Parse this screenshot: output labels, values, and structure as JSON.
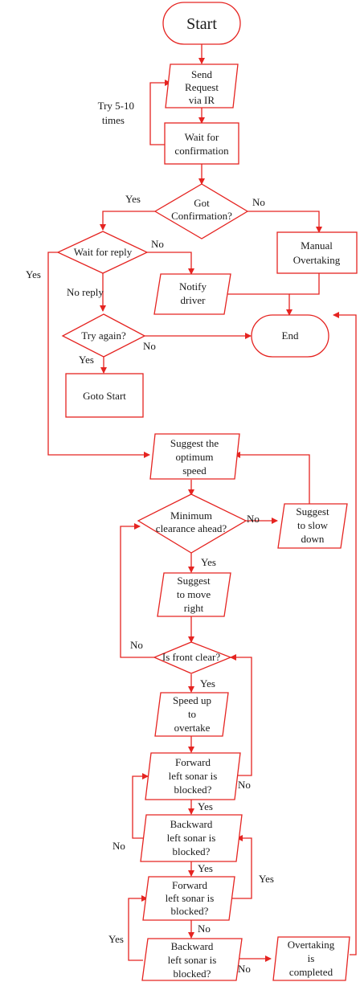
{
  "palette": {
    "line": "#e52421",
    "text": "#1a1a1a",
    "background": "#ffffff"
  },
  "nodes": {
    "start": "Start",
    "send": [
      "Send",
      "Request",
      "via IR"
    ],
    "wait_confirm": [
      "Wait for",
      "confirmation"
    ],
    "got_confirm": [
      "Got",
      "Confirmation?"
    ],
    "manual": [
      "Manual",
      "Overtaking"
    ],
    "wait_reply": "Wait for reply",
    "notify": [
      "Notify",
      "driver"
    ],
    "end": "End",
    "try_again": "Try again?",
    "goto_start": "Goto Start",
    "suggest_speed": [
      "Suggest the",
      "optimum",
      "speed"
    ],
    "min_clearance": [
      "Minimum",
      "clearance ahead?"
    ],
    "slow_down": [
      "Suggest",
      "to slow",
      "down"
    ],
    "move_right": [
      "Suggest",
      "to move",
      "right"
    ],
    "front_clear": "Is front clear?",
    "speed_up": [
      "Speed up",
      "to",
      "overtake"
    ],
    "fwd1": [
      "Forward",
      "left sonar is",
      "blocked?"
    ],
    "bwd1": [
      "Backward",
      "left sonar is",
      "blocked?"
    ],
    "fwd2": [
      "Forward",
      "left sonar is",
      "blocked?"
    ],
    "bwd2": [
      "Backward",
      "left sonar is",
      "blocked?"
    ],
    "completed": [
      "Overtaking",
      "is",
      "completed"
    ]
  },
  "labels": {
    "retry": [
      "Try 5-10",
      "times"
    ],
    "yes_confirm": "Yes",
    "no_confirm": "No",
    "no_reply_branch": "No",
    "no_reply": "No reply",
    "yes_reply": "Yes",
    "no_try": "No",
    "yes_try": "Yes",
    "no_clearance": "No",
    "yes_clearance": "Yes",
    "no_front": "No",
    "yes_front": "Yes",
    "no_fwd1": "No",
    "yes_fwd1": "Yes",
    "no_bwd1": "No",
    "yes_bwd1": "Yes",
    "yes_fwd2": "Yes",
    "no_fwd2": "No",
    "yes_bwd2": "Yes",
    "no_bwd2": "No"
  }
}
